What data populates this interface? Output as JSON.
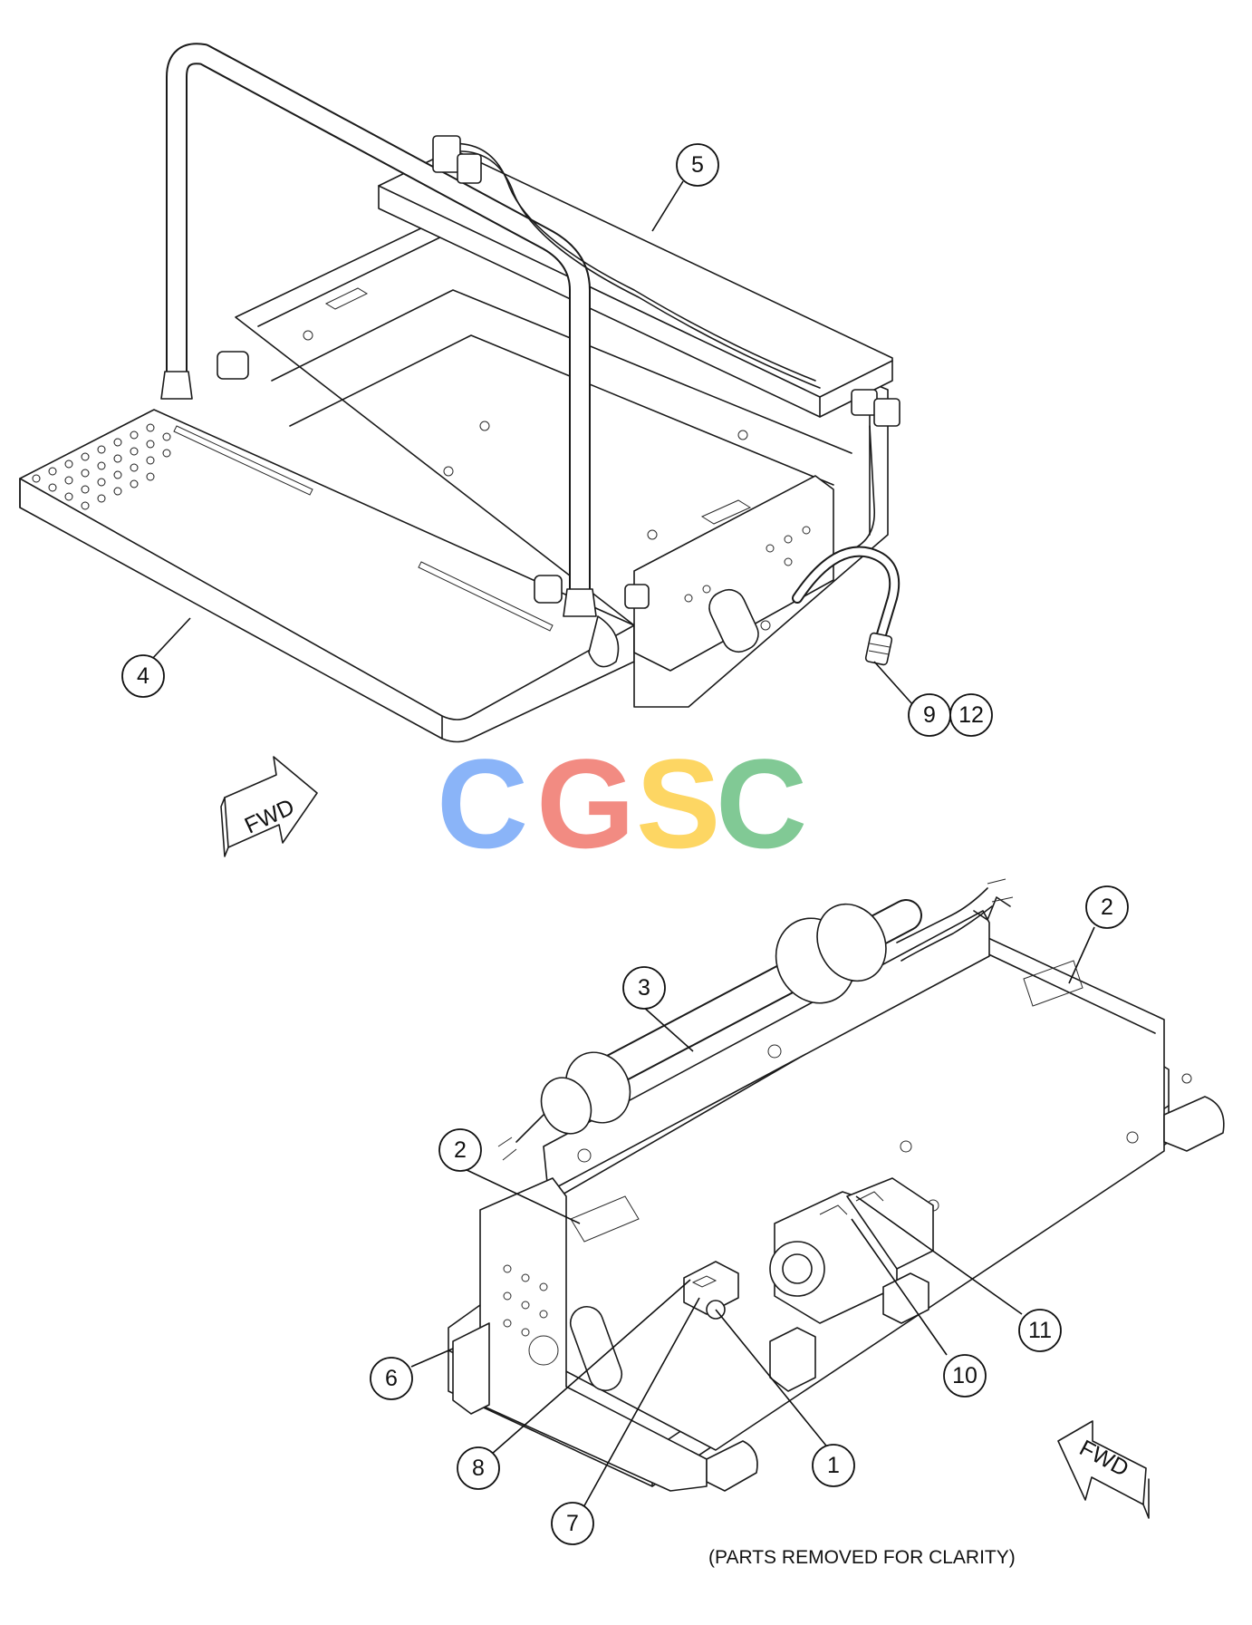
{
  "callouts": {
    "c1": "1",
    "c2a": "2",
    "c2b": "2",
    "c3": "3",
    "c4": "4",
    "c5": "5",
    "c6": "6",
    "c7": "7",
    "c8": "8",
    "c9": "9",
    "c10": "10",
    "c11": "11",
    "c12": "12"
  },
  "fwd_labels": {
    "top": "FWD",
    "bottom": "FWD"
  },
  "logo": {
    "letters": [
      "C",
      "G",
      "S",
      "C"
    ],
    "colors": [
      "#8ab4f8",
      "#f28b82",
      "#fdd663",
      "#81c995"
    ]
  },
  "note": "(PARTS REMOVED FOR CLARITY)"
}
